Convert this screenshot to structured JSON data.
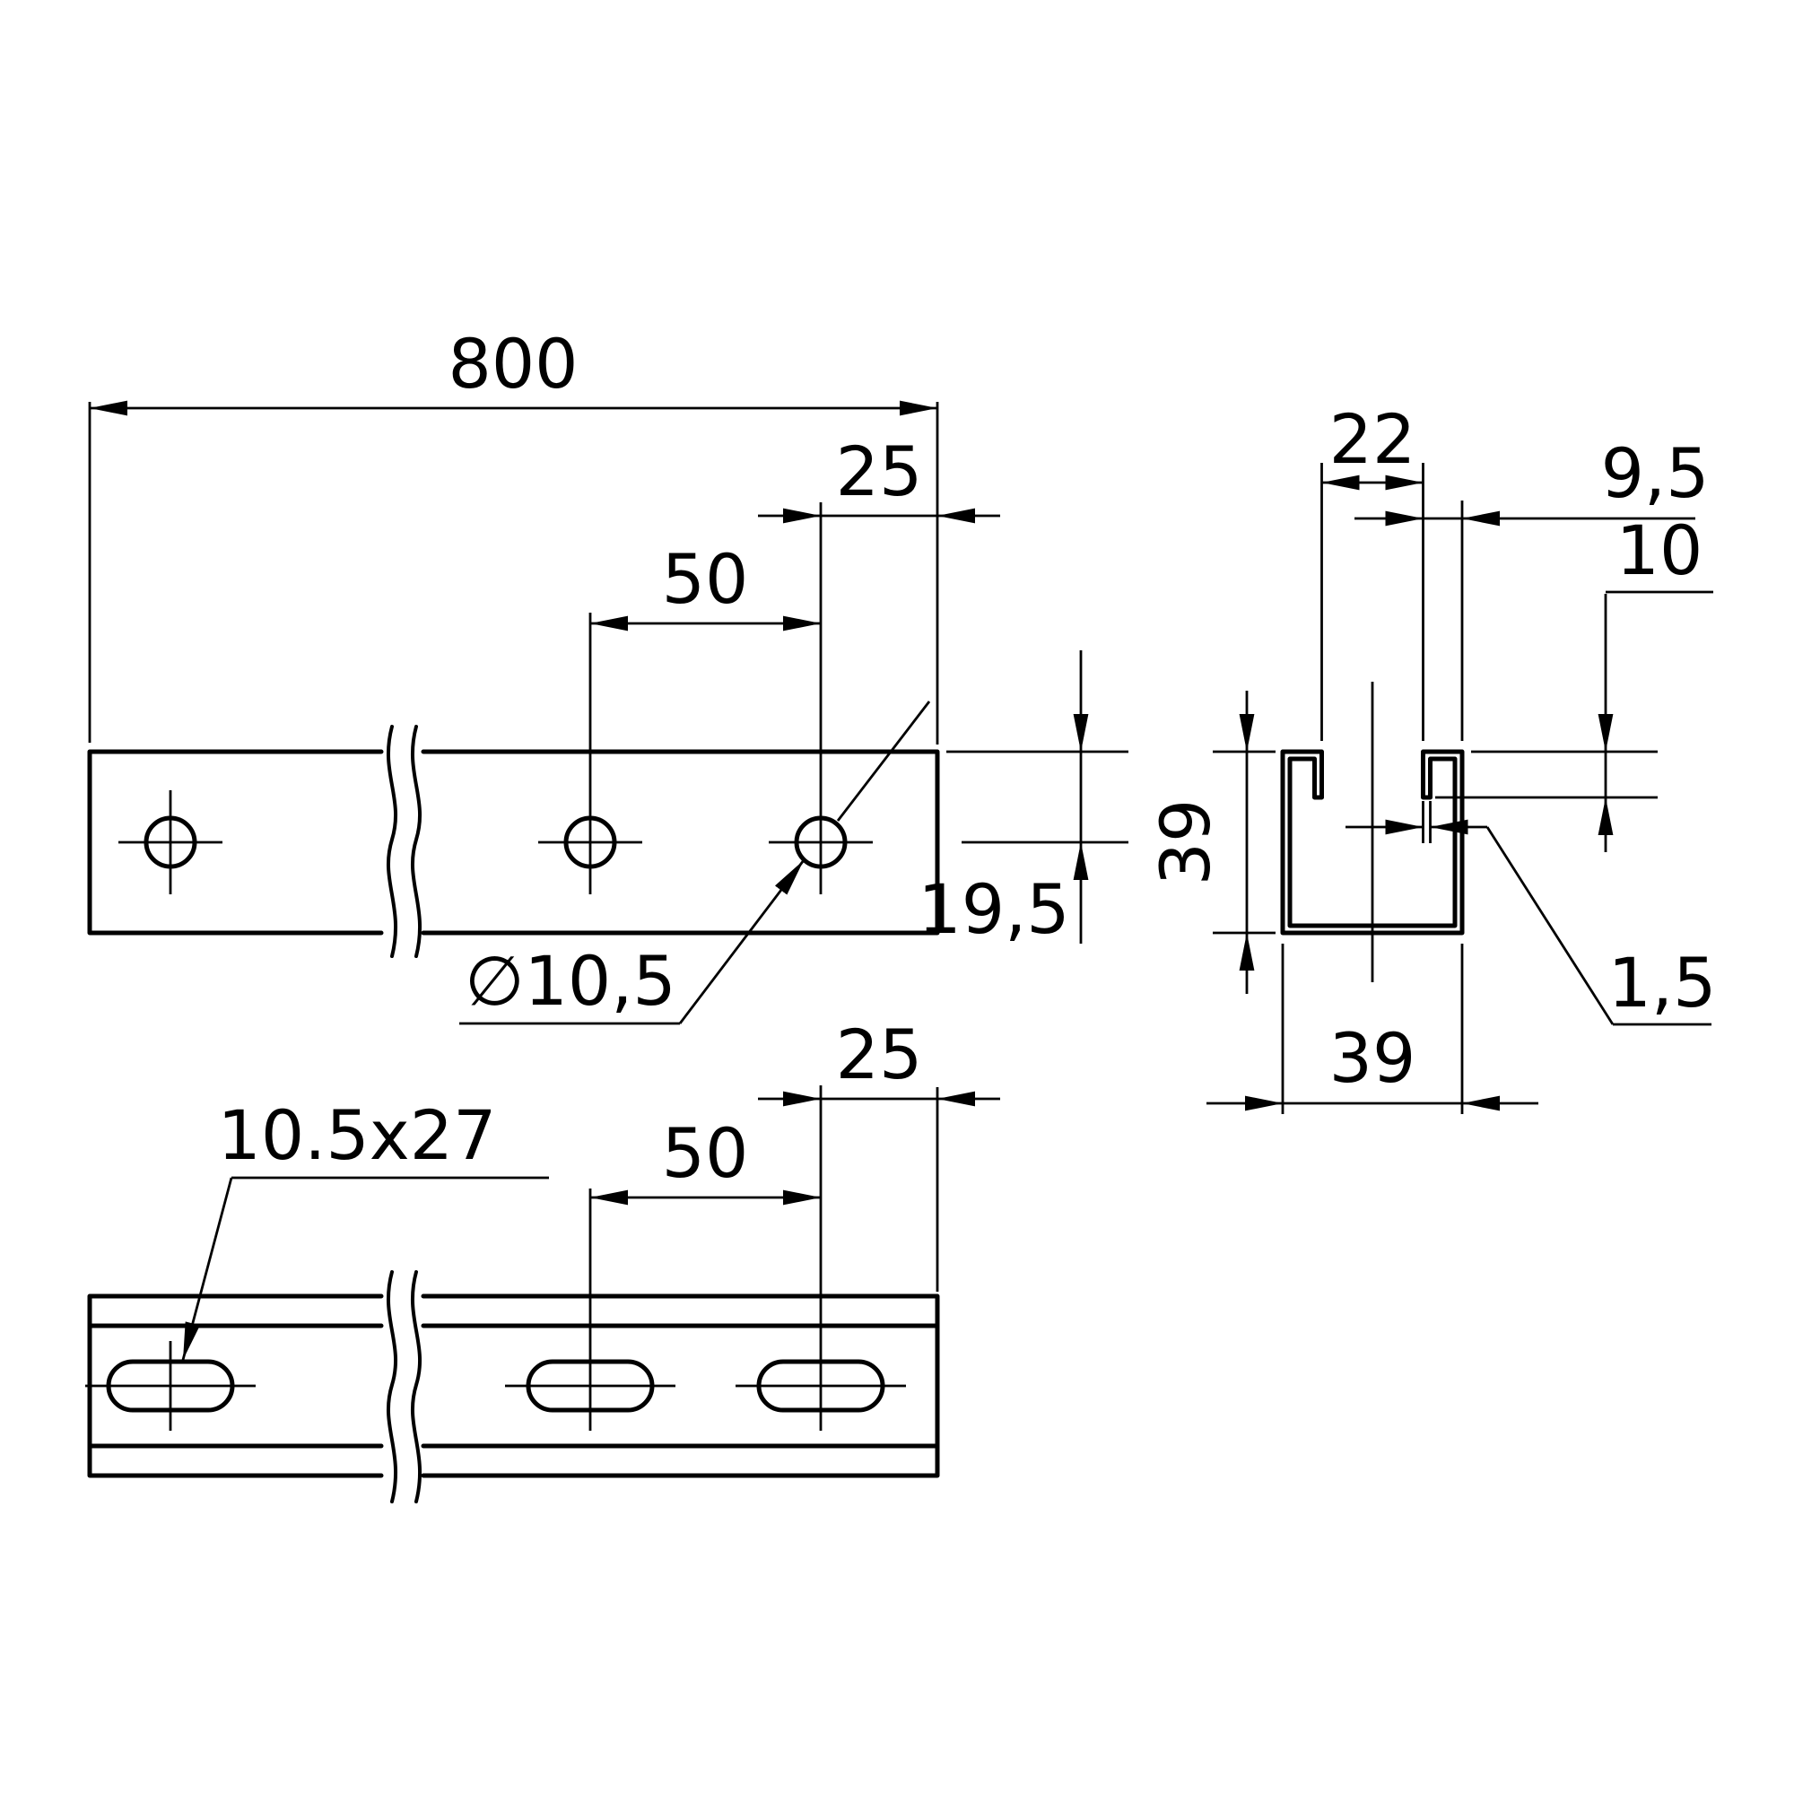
{
  "drawing": {
    "colors": {
      "line": "#000000",
      "background": "#ffffff"
    },
    "front": {
      "length": "800",
      "end_offset": "25",
      "pitch": "50",
      "hole_height": "19,5",
      "hole_callout": "∅10,5"
    },
    "slotted": {
      "end_offset": "25",
      "pitch": "50",
      "slot_callout": "10.5x27"
    },
    "section": {
      "opening": "22",
      "lip": "9,5",
      "lip_depth": "10",
      "height": "39",
      "width": "39",
      "thickness": "1,5"
    }
  }
}
